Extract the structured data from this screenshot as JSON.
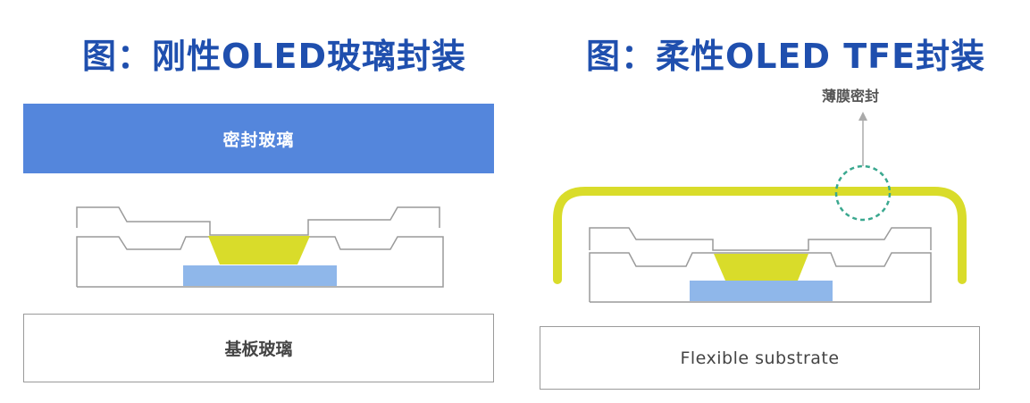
{
  "titles": {
    "left": "图：刚性OLED玻璃封装",
    "right": "图：柔性OLED TFE封装"
  },
  "left_diagram": {
    "cover_label": "密封玻璃",
    "substrate_label": "基板玻璃"
  },
  "right_diagram": {
    "tfe_label": "薄膜密封",
    "substrate_label": "Flexible substrate"
  },
  "colors": {
    "title": "#1f4fae",
    "cover_glass": "#5486dc",
    "emitter": "#d9dc2a",
    "anode": "#8fb7ea",
    "tfe_layer": "#d9dc2a",
    "callout_circle": "#3aa88f"
  }
}
